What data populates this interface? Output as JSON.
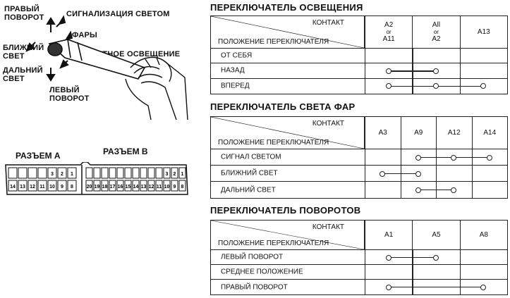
{
  "diagram": {
    "labels": {
      "right_turn": [
        "ПРАВЫЙ",
        "ПОВОРОТ"
      ],
      "signal": "СИГНАЛИЗАЦИЯ СВЕТОМ",
      "headlights": "ФАРЫ",
      "low_beam": [
        "БЛИЖНИЙ",
        "СВЕТ"
      ],
      "parking": "ГАБАРИТНОЕ ОСВЕЩЕНИЕ",
      "high_beam": [
        "ДАЛЬНИЙ",
        "СВЕТ"
      ],
      "left_turn": [
        "ЛЕВЫЙ",
        "ПОВОРОТ"
      ]
    },
    "connector_a": "РАЗЪЕМ А",
    "connector_b": "РАЗЪЕМ В",
    "pins_a_top": [
      "",
      "",
      "",
      "",
      "3",
      "2",
      "1"
    ],
    "pins_a_bottom": [
      "14",
      "13",
      "12",
      "11",
      "10",
      "9",
      "8"
    ],
    "pins_b_top": [
      "",
      "",
      "",
      "",
      "",
      "",
      "",
      "",
      "",
      "",
      "3",
      "2",
      "1"
    ],
    "pins_b_bottom": [
      "20",
      "19",
      "18",
      "17",
      "16",
      "15",
      "14",
      "13",
      "12",
      "11",
      "10",
      "9",
      "8"
    ]
  },
  "tables": [
    {
      "title": "ПЕРЕКЛЮЧАТЕЛЬ ОСВЕЩЕНИЯ",
      "header_contact": "КОНТАКТ",
      "header_position": "ПОЛОЖЕНИЕ ПЕРЕКЛЮЧАТЕЛЯ",
      "columns": [
        [
          "A2",
          "or",
          "A11"
        ],
        [
          "All",
          "or",
          "A2"
        ],
        [
          "A13"
        ]
      ],
      "rows": [
        {
          "name": "ОТ СЕБЯ",
          "dots": []
        },
        {
          "name": "НАЗАД",
          "dots": [
            0,
            1
          ]
        },
        {
          "name": "ВПЕРЕД",
          "dots": [
            0,
            1,
            2
          ]
        }
      ]
    },
    {
      "title": "ПЕРЕКЛЮЧАТЕЛЬ СВЕТА ФАР",
      "header_contact": "КОНТАКТ",
      "header_position": "ПОЛОЖЕНИЕ ПЕРЕКЛЮЧАТЕЛЯ",
      "columns": [
        [
          "А3"
        ],
        [
          "А9"
        ],
        [
          "А12"
        ],
        [
          "А14"
        ]
      ],
      "rows": [
        {
          "name": "СИГНАЛ СВЕТОМ",
          "dots": [
            1,
            2,
            3
          ]
        },
        {
          "name": "БЛИЖНИЙ СВЕТ",
          "dots": [
            0,
            1
          ]
        },
        {
          "name": "ДАЛЬНИЙ СВЕТ",
          "dots": [
            1,
            2
          ]
        }
      ]
    },
    {
      "title": "ПЕРЕКЛЮЧАТЕЛЬ ПОВОРОТОВ",
      "header_contact": "КОНТАКТ",
      "header_position": "ПОЛОЖЕНИЕ ПЕРЕКЛЮЧАТЕЛЯ",
      "columns": [
        [
          "А1"
        ],
        [
          "А5"
        ],
        [
          "А8"
        ]
      ],
      "rows": [
        {
          "name": "ЛЕВЫЙ ПОВОРОТ",
          "dots": [
            0,
            1
          ]
        },
        {
          "name": "СРЕДНЕЕ ПОЛОЖЕНИЕ",
          "dots": []
        },
        {
          "name": "ПРАВЫЙ ПОВОРОТ",
          "dots": [
            0,
            2
          ]
        }
      ]
    }
  ]
}
